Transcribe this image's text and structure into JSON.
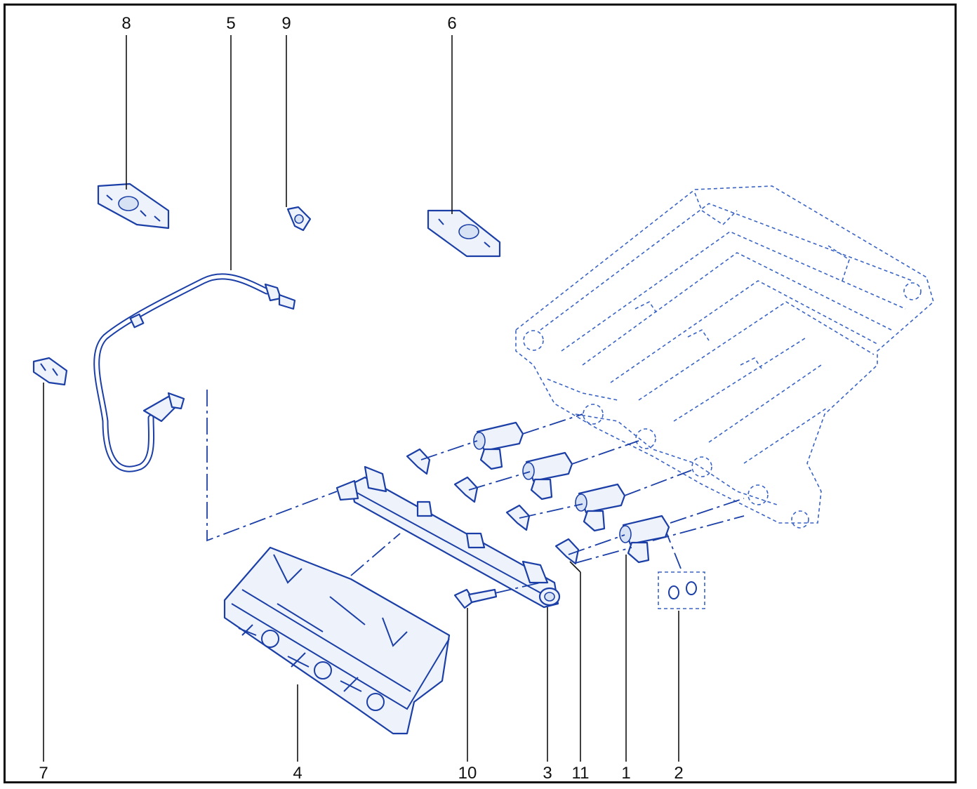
{
  "diagram": {
    "callouts": [
      "1",
      "2",
      "3",
      "4",
      "5",
      "6",
      "7",
      "8",
      "9",
      "10",
      "11"
    ]
  },
  "colors": {
    "line_art": "#1b3fa6",
    "fill": "#eef3fb",
    "leader": "#111111",
    "frame": "#111111"
  }
}
